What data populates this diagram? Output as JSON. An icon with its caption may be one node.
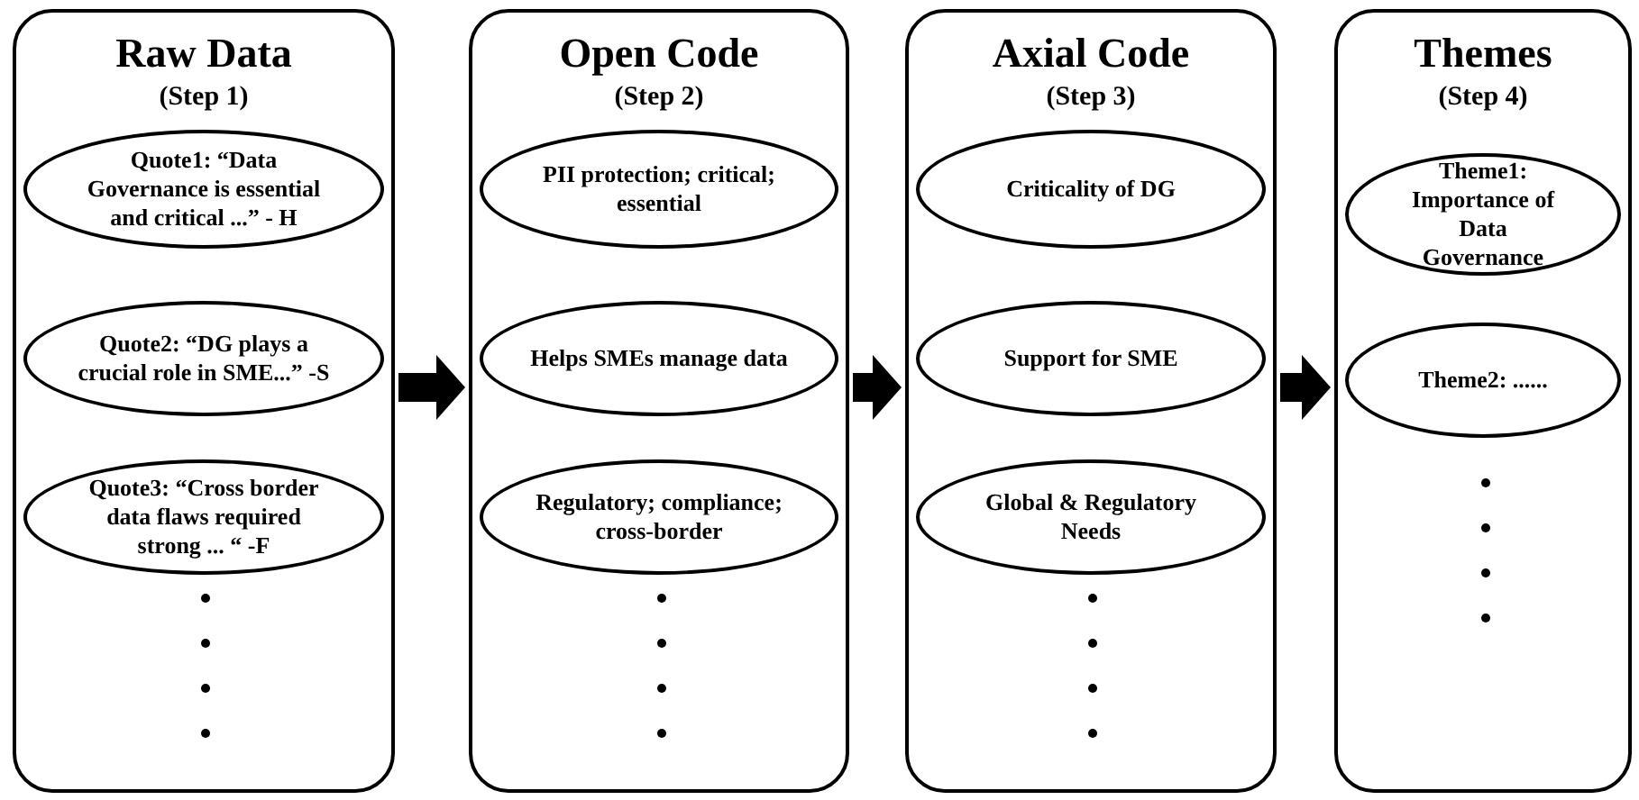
{
  "diagram": {
    "nodes": [
      {
        "text": [
          "Raw Data",
          "(Step 1)"
        ]
      },
      {
        "text": [
          "Quote1: “Data Governance is essential and critical ...” - H"
        ],
        "in": 0
      },
      {
        "text": [
          "Quote2: “DG plays a crucial role in SME...” -S"
        ],
        "in": 0
      },
      {
        "text": [
          "Quote3: “Cross border data flaws required strong ... “ -F"
        ],
        "in": 0
      },
      {
        "text": [
          "Open Code",
          "(Step 2)"
        ]
      },
      {
        "text": [
          "PII protection; critical; essential"
        ],
        "in": 4
      },
      {
        "text": [
          "Helps SMEs manage data"
        ],
        "in": 4
      },
      {
        "text": [
          "Regulatory; compliance; cross-border"
        ],
        "in": 4
      },
      {
        "text": [
          "Axial Code",
          "(Step 3)"
        ]
      },
      {
        "text": [
          "Criticality of DG"
        ],
        "in": 8
      },
      {
        "text": [
          "Support for SME"
        ],
        "in": 8
      },
      {
        "text": [
          "Global & Regulatory Needs"
        ],
        "in": 8
      },
      {
        "text": [
          "Themes",
          "(Step 4)"
        ]
      },
      {
        "text": [
          "Theme1: Importance of Data Governance"
        ],
        "in": 12
      },
      {
        "text": [
          "Theme2: ......"
        ],
        "in": 12
      }
    ],
    "edges": [
      {
        "from": 0,
        "to": 4,
        "arrow": "to"
      },
      {
        "from": 4,
        "to": 8,
        "arrow": "to"
      },
      {
        "from": 8,
        "to": 12,
        "arrow": "to"
      }
    ]
  }
}
